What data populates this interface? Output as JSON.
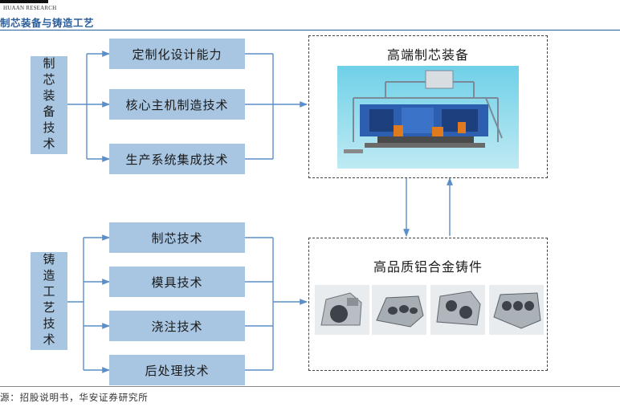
{
  "header": {
    "logo_text": "HUAAN RESEARCH",
    "figure_title": "制芯装备与铸造工艺"
  },
  "diagram": {
    "top_group": {
      "label": "制芯装备技术",
      "items": [
        "定制化设计能力",
        "核心主机制造技术",
        "生产系统集成技术"
      ]
    },
    "bottom_group": {
      "label": "铸造工艺技术",
      "items": [
        "制芯技术",
        "模具技术",
        "浇注技术",
        "后处理技术"
      ]
    },
    "equipment_panel": {
      "title": "高端制芯装备"
    },
    "castings_panel": {
      "title": "高品质铝合金铸件"
    },
    "colors": {
      "box_fill": "#a8c6e2",
      "arrow": "#5b8fc9",
      "accent": "#2b5e9c"
    }
  },
  "footer": {
    "source": "源：招股说明书，华安证券研究所"
  }
}
